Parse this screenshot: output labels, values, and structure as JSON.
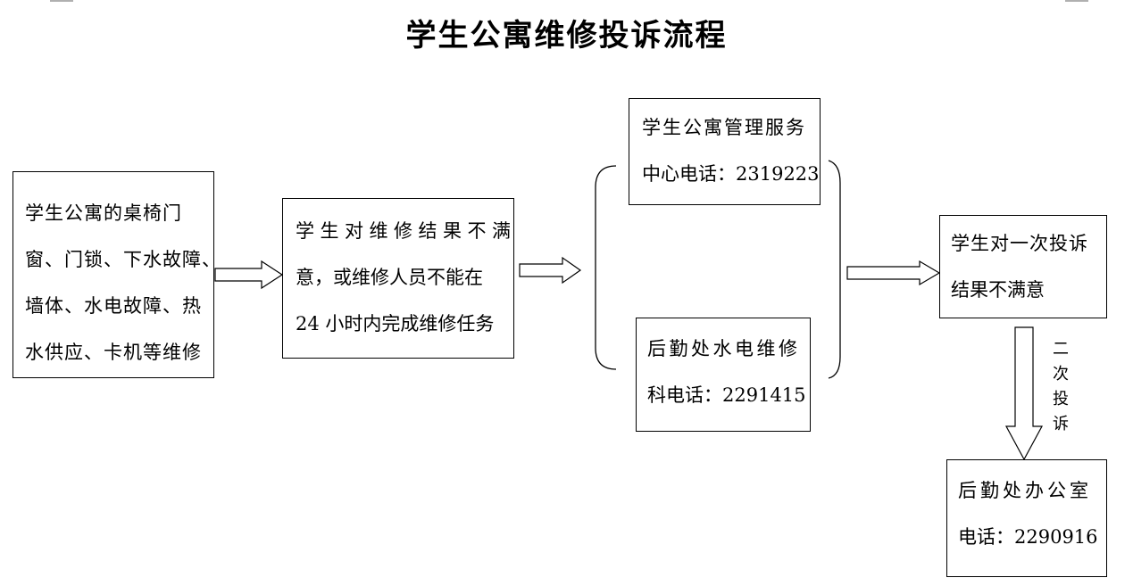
{
  "title": "学生公寓维修投诉流程",
  "boxes": {
    "repair_items": [
      "学生公寓的桌椅门",
      "窗、门锁、下水故障、",
      "墙体、水电故障、热",
      "水供应、卡机等维修"
    ],
    "unsatisfied_first": [
      "学生对维修结果不满",
      "意，或维修人员不能在",
      "24 小时内完成维修任务"
    ],
    "apartment_center": [
      "学生公寓管理服务",
      "中心电话：2319223"
    ],
    "logistics_utility": [
      "后勤处水电维修",
      "科电话：2291415"
    ],
    "unsatisfied_second": [
      "学生对一次投诉",
      "结果不满意"
    ],
    "logistics_office": [
      "后勤处办公室",
      "电话：2290916"
    ]
  },
  "second_complaint_label": [
    "二",
    "次",
    "投",
    "诉"
  ]
}
